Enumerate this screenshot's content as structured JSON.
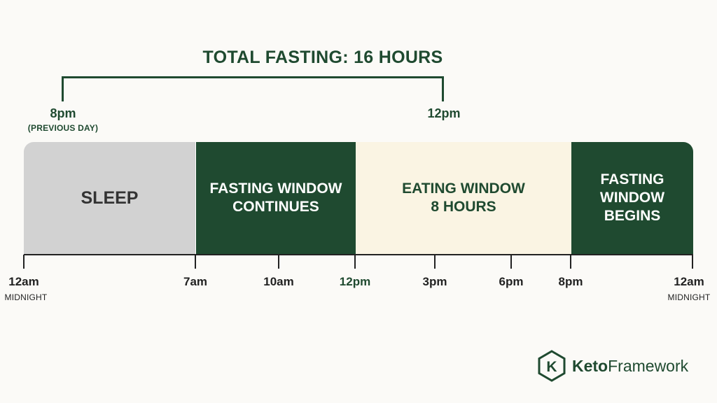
{
  "title": "TOTAL FASTING: 16 HOURS",
  "markers": {
    "start_label": "8pm",
    "start_sub": "(PREVIOUS DAY)",
    "end_label": "12pm"
  },
  "segments": [
    {
      "label": "SLEEP"
    },
    {
      "label": "FASTING WINDOW\nCONTINUES"
    },
    {
      "label": "EATING WINDOW\n8 HOURS"
    },
    {
      "label": "FASTING WINDOW\nBEGINS"
    }
  ],
  "ticks": [
    {
      "label": "12am",
      "sub": "MIDNIGHT"
    },
    {
      "label": "7am"
    },
    {
      "label": "10am"
    },
    {
      "label": "12pm"
    },
    {
      "label": "3pm"
    },
    {
      "label": "6pm"
    },
    {
      "label": "8pm"
    },
    {
      "label": "12am",
      "sub": "MIDNIGHT"
    }
  ],
  "colors": {
    "dark_green": "#1f4a30",
    "cream": "#faf4e3",
    "gray": "#d2d2d2"
  },
  "logo": {
    "icon": "k-hexagon-icon",
    "letter": "K",
    "name_bold": "Keto",
    "name_regular": "Framework"
  }
}
